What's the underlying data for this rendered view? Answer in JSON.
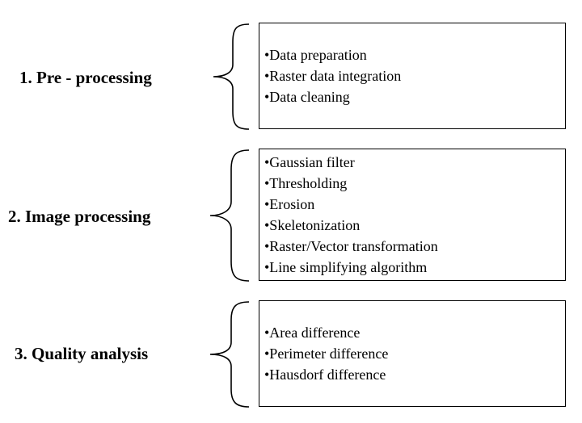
{
  "stages": [
    {
      "label": "1. Pre - processing",
      "items": [
        "•Data preparation",
        "•Raster data integration",
        "•Data cleaning"
      ]
    },
    {
      "label": "2. Image processing",
      "items": [
        "•Gaussian filter",
        "•Thresholding",
        "•Erosion",
        "•Skeletonization",
        "•Raster/Vector transformation",
        "•Line simplifying algorithm"
      ]
    },
    {
      "label": "3. Quality analysis",
      "items": [
        "•Area difference",
        "•Perimeter difference",
        "•Hausdorf difference"
      ]
    }
  ]
}
